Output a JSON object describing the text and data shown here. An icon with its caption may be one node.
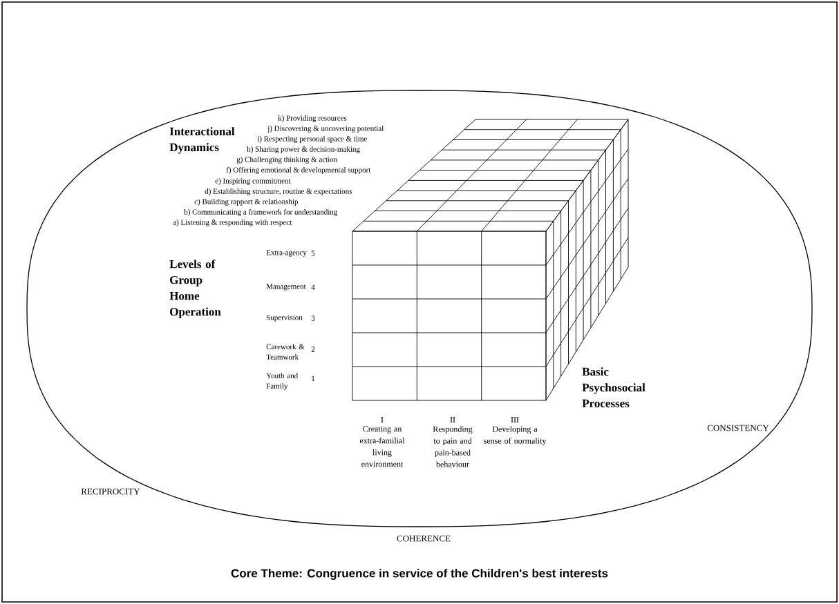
{
  "diagram": {
    "caption": "Core Theme: Congruence in service of the Children's best interests",
    "labels": [
      "Interactional Dynamics",
      "k) Providing resources",
      "j) Discovering & uncovering potential",
      "i) Respecting personal space & time",
      "h) Sharing power & decision-making",
      "g) Challenging thinking & action",
      "f) Offering emotional & developmental support",
      "e) Inspiring commitment",
      "d) Establishing structure, routine & expectations",
      "c) Building rapport & relationship",
      "b) Communicating a framework for understanding",
      "a) Listening & responding with respect",
      "Levels of Group Home Operation",
      "Extra-agency",
      "5",
      "Management",
      "4",
      "Supervision",
      "3",
      "Carework & Teamwork",
      "2",
      "Youth and Family",
      "1",
      "Basic Psychosocial Processes",
      "I",
      "II",
      "III",
      "Creating an extra-familial living environment",
      "Responding to pain and pain-based behaviour",
      "Developing a sense of normality",
      "CONSISTENCY",
      "RECIPROCITY",
      "COHERENCE"
    ]
  }
}
